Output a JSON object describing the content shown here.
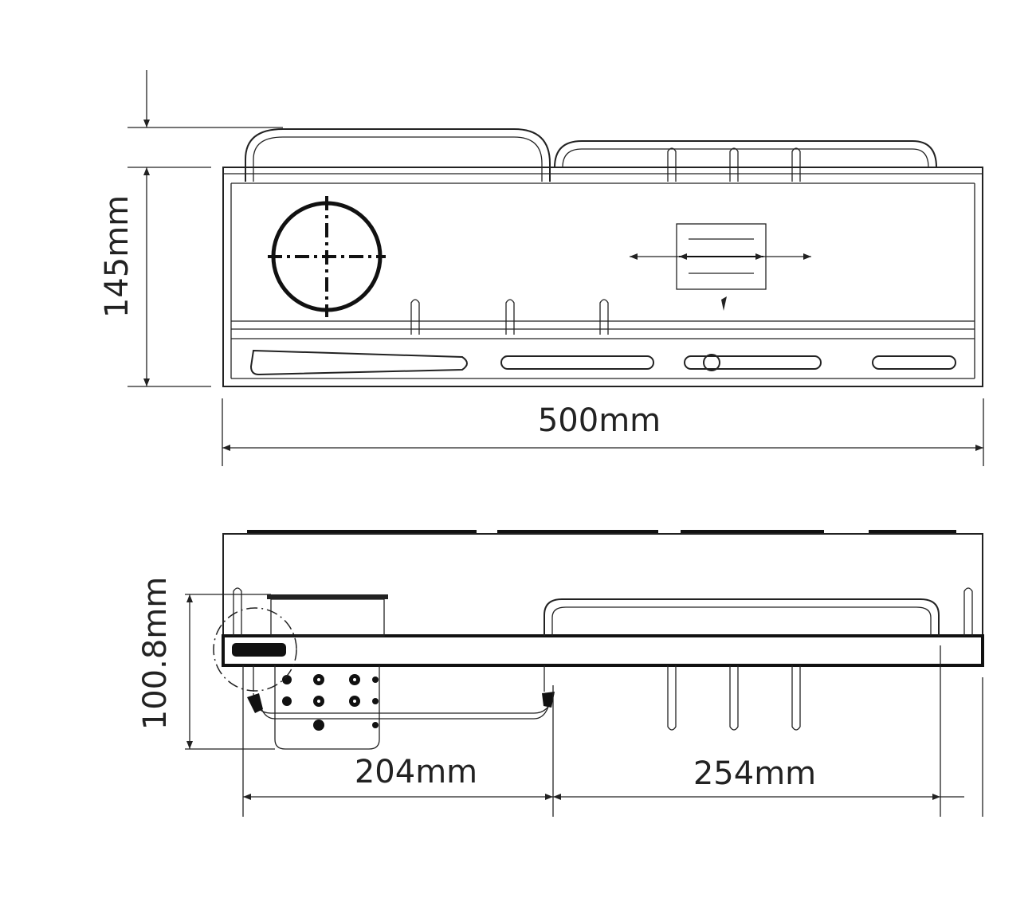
{
  "drawing": {
    "top_view": {
      "height_label": "145mm",
      "width_label": "500mm"
    },
    "bottom_view": {
      "depth_label": "100.8mm",
      "left_span_label": "204mm",
      "right_span_label": "254mm"
    },
    "colors": {
      "line": "#222222",
      "background": "#ffffff"
    }
  }
}
